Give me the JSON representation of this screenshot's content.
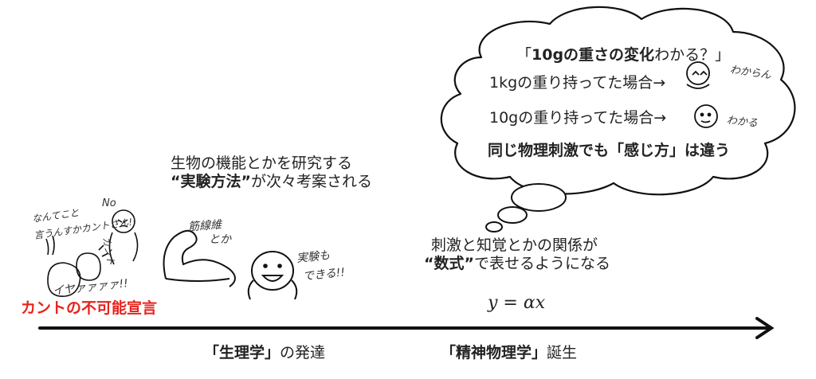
{
  "cloud": {
    "line1_open": "「",
    "line1_bold": "10gの重さの変化",
    "line1_rest": "わかる？」",
    "line2": "1kgの重り持ってた場合→",
    "line2_reaction": "わからん",
    "line3": "10gの重り持ってた場合→",
    "line3_reaction": "わかる",
    "line4": "同じ物理刺激でも「感じ方」は違う"
  },
  "physiology": {
    "line1": "生物の機能とかを研究する",
    "line2_bold": "“実験方法”",
    "line2_rest": "が次々考案される",
    "sketch_muscle_label": "筋線維",
    "sketch_muscle_label2": "とか",
    "sketch_experiment_label": "実験も",
    "sketch_experiment_label2": "できる!!"
  },
  "psychophysics": {
    "line1": "刺激と知覚とかの関係が",
    "line2_bold": "“数式”",
    "line2_rest": "で表せるようになる",
    "formula": "y = αx"
  },
  "kant": {
    "title": "カントの不可能宣言",
    "speech1": "なんてこと",
    "speech2": "言うんすかカントさん!!",
    "no": "No",
    "name": "カント",
    "cry": "イヤァァァァ!!",
    "title_color": "#e8231c"
  },
  "timeline": {
    "label1_bold": "「生理学」",
    "label1_rest": "の発達",
    "label2_bold": "「精神物理学」",
    "label2_rest": "誕生"
  }
}
